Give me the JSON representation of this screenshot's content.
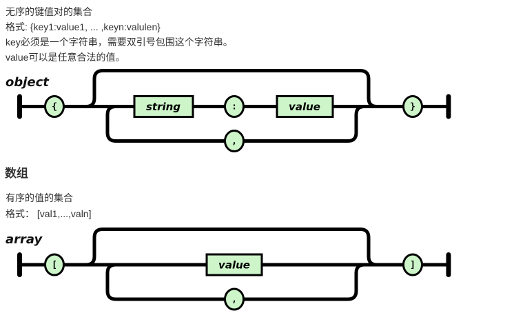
{
  "colors": {
    "node_fill": "#cdf5c9",
    "diagram_stroke": "#000000",
    "body_text": "#333333"
  },
  "object_section": {
    "description_lines": [
      "无序的键值对的集合",
      "格式: {key1:value1, ... ,keyn:valulen}",
      "key必须是一个字符串，需要双引号包围这个字符串。",
      "value可以是任意合法的值。"
    ],
    "diagram": {
      "label": "object",
      "open_terminal": "{",
      "string_node": "string",
      "colon_terminal": ":",
      "value_node": "value",
      "comma_terminal": ",",
      "close_terminal": "}"
    }
  },
  "array_section": {
    "heading": "数组",
    "description_lines": [
      "有序的值的集合",
      "格式： [val1,...,valn]"
    ],
    "diagram": {
      "label": "array",
      "open_terminal": "[",
      "value_node": "value",
      "comma_terminal": ",",
      "close_terminal": "]"
    }
  }
}
